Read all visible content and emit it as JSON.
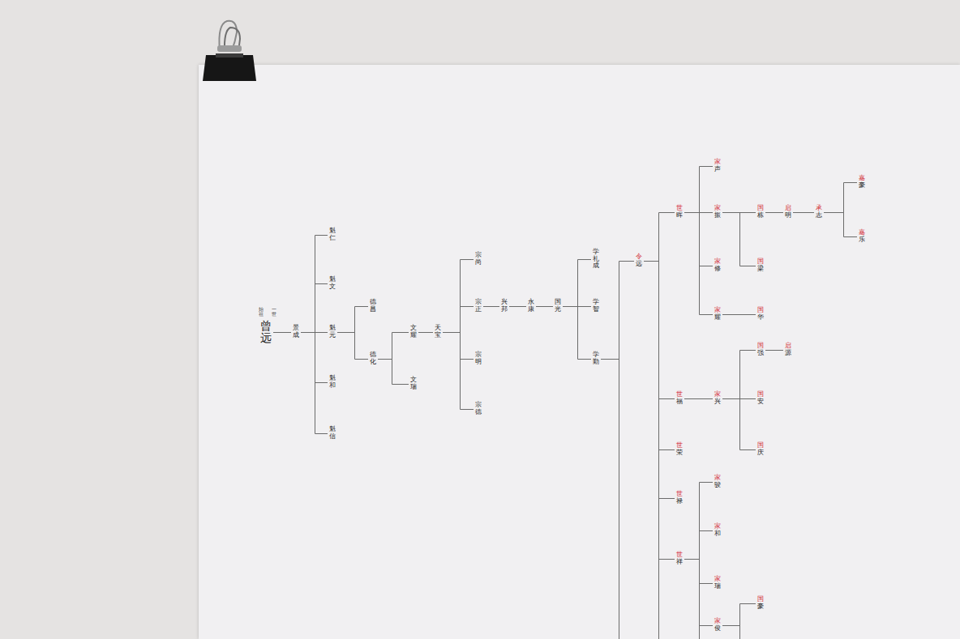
{
  "diagram": {
    "nodes": [
      {
        "text": [
          "曾远"
        ]
      },
      {
        "text": [
          "景成"
        ]
      },
      {
        "text": [
          "魁仁"
        ]
      },
      {
        "text": [
          "魁文"
        ]
      },
      {
        "text": [
          "魁元"
        ]
      },
      {
        "text": [
          "魁和"
        ]
      },
      {
        "text": [
          "魁信"
        ]
      },
      {
        "text": [
          "德昌"
        ]
      },
      {
        "text": [
          "德化"
        ]
      },
      {
        "text": [
          "文耀"
        ]
      },
      {
        "text": [
          "文瑞"
        ]
      },
      {
        "text": [
          "天宝"
        ]
      },
      {
        "text": [
          "宗尚"
        ]
      },
      {
        "text": [
          "宗正"
        ]
      },
      {
        "text": [
          "宗明"
        ]
      },
      {
        "text": [
          "宗德"
        ]
      },
      {
        "text": [
          "兴邦"
        ]
      },
      {
        "text": [
          "永康"
        ]
      },
      {
        "text": [
          "国光"
        ]
      },
      {
        "text": [
          "学礼成"
        ]
      },
      {
        "text": [
          "学智"
        ]
      },
      {
        "text": [
          "学勤"
        ]
      },
      {
        "text": [
          "令",
          "远"
        ]
      },
      {
        "text": [
          "世",
          "晖"
        ]
      },
      {
        "text": [
          "世",
          "福"
        ]
      },
      {
        "text": [
          "世",
          "荣"
        ]
      },
      {
        "text": [
          "世",
          "禄"
        ]
      },
      {
        "text": [
          "世",
          "祥"
        ]
      },
      {
        "text": [
          "家",
          "声"
        ]
      },
      {
        "text": [
          "家",
          "振"
        ]
      },
      {
        "text": [
          "家",
          "修"
        ]
      },
      {
        "text": [
          "家",
          "耀"
        ]
      },
      {
        "text": [
          "国",
          "栋"
        ]
      },
      {
        "text": [
          "国",
          "梁"
        ]
      },
      {
        "text": [
          "国",
          "华"
        ]
      },
      {
        "text": [
          "启",
          "明"
        ]
      },
      {
        "text": [
          "承",
          "志"
        ]
      },
      {
        "text": [
          "嘉",
          "豪"
        ]
      },
      {
        "text": [
          "嘉",
          "乐"
        ]
      },
      {
        "text": [
          "家",
          "兴"
        ]
      },
      {
        "text": [
          "国",
          "强"
        ]
      },
      {
        "text": [
          "国",
          "安"
        ]
      },
      {
        "text": [
          "国",
          "庆"
        ]
      },
      {
        "text": [
          "启",
          "源"
        ]
      },
      {
        "text": [
          "家",
          "骏"
        ]
      },
      {
        "text": [
          "家",
          "和"
        ]
      },
      {
        "text": [
          "家",
          "瑞"
        ]
      },
      {
        "text": [
          "家",
          "俊"
        ]
      },
      {
        "text": [
          "国",
          "豪"
        ]
      }
    ],
    "edges": [
      {
        "from": 0,
        "to": 1,
        "arrow": "none"
      },
      {
        "from": 1,
        "to": 2,
        "arrow": "none"
      },
      {
        "from": 1,
        "to": 3,
        "arrow": "none"
      },
      {
        "from": 1,
        "to": 4,
        "arrow": "none"
      },
      {
        "from": 1,
        "to": 5,
        "arrow": "none"
      },
      {
        "from": 1,
        "to": 6,
        "arrow": "none"
      },
      {
        "from": 4,
        "to": 7,
        "arrow": "none"
      },
      {
        "from": 4,
        "to": 8,
        "arrow": "none"
      },
      {
        "from": 8,
        "to": 9,
        "arrow": "none"
      },
      {
        "from": 8,
        "to": 10,
        "arrow": "none"
      },
      {
        "from": 9,
        "to": 11,
        "arrow": "none"
      },
      {
        "from": 11,
        "to": 12,
        "arrow": "none"
      },
      {
        "from": 11,
        "to": 13,
        "arrow": "none"
      },
      {
        "from": 11,
        "to": 14,
        "arrow": "none"
      },
      {
        "from": 11,
        "to": 15,
        "arrow": "none"
      },
      {
        "from": 13,
        "to": 16,
        "arrow": "none"
      },
      {
        "from": 16,
        "to": 17,
        "arrow": "none"
      },
      {
        "from": 17,
        "to": 18,
        "arrow": "none"
      },
      {
        "from": 18,
        "to": 19,
        "arrow": "none"
      },
      {
        "from": 18,
        "to": 20,
        "arrow": "none"
      },
      {
        "from": 18,
        "to": 21,
        "arrow": "none"
      },
      {
        "from": 21,
        "to": 22,
        "arrow": "none"
      },
      {
        "from": 22,
        "to": 23,
        "arrow": "none"
      },
      {
        "from": 22,
        "to": 24,
        "arrow": "none"
      },
      {
        "from": 22,
        "to": 25,
        "arrow": "none"
      },
      {
        "from": 22,
        "to": 26,
        "arrow": "none"
      },
      {
        "from": 22,
        "to": 27,
        "arrow": "none"
      },
      {
        "from": 23,
        "to": 28,
        "arrow": "none"
      },
      {
        "from": 23,
        "to": 29,
        "arrow": "none"
      },
      {
        "from": 23,
        "to": 30,
        "arrow": "none"
      },
      {
        "from": 23,
        "to": 31,
        "arrow": "none"
      },
      {
        "from": 29,
        "to": 32,
        "arrow": "none"
      },
      {
        "from": 29,
        "to": 33,
        "arrow": "none"
      },
      {
        "from": 31,
        "to": 34,
        "arrow": "none"
      },
      {
        "from": 32,
        "to": 35,
        "arrow": "none"
      },
      {
        "from": 35,
        "to": 36,
        "arrow": "none"
      },
      {
        "from": 36,
        "to": 37,
        "arrow": "none"
      },
      {
        "from": 36,
        "to": 38,
        "arrow": "none"
      },
      {
        "from": 24,
        "to": 39,
        "arrow": "none"
      },
      {
        "from": 39,
        "to": 40,
        "arrow": "none"
      },
      {
        "from": 39,
        "to": 41,
        "arrow": "none"
      },
      {
        "from": 39,
        "to": 42,
        "arrow": "none"
      },
      {
        "from": 40,
        "to": 43,
        "arrow": "none"
      },
      {
        "from": 27,
        "to": 44,
        "arrow": "none"
      },
      {
        "from": 27,
        "to": 45,
        "arrow": "none"
      },
      {
        "from": 27,
        "to": 46,
        "arrow": "none"
      },
      {
        "from": 27,
        "to": 47,
        "arrow": "none"
      },
      {
        "from": 47,
        "to": 48,
        "arrow": "none"
      }
    ],
    "labels": [
      "始祖",
      "一世"
    ]
  }
}
